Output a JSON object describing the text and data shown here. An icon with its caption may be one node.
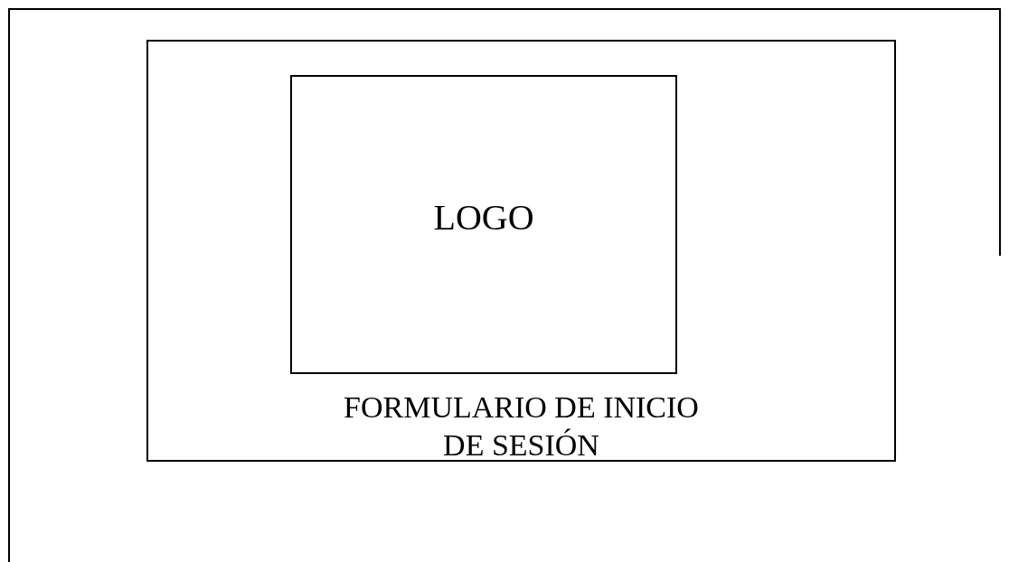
{
  "diagram": {
    "nodes": [
      {
        "text": [
          "FORMULARIO DE INICIO DE SESIÓN"
        ]
      },
      {
        "text": [
          "LOGO"
        ],
        "in": 0
      }
    ]
  }
}
